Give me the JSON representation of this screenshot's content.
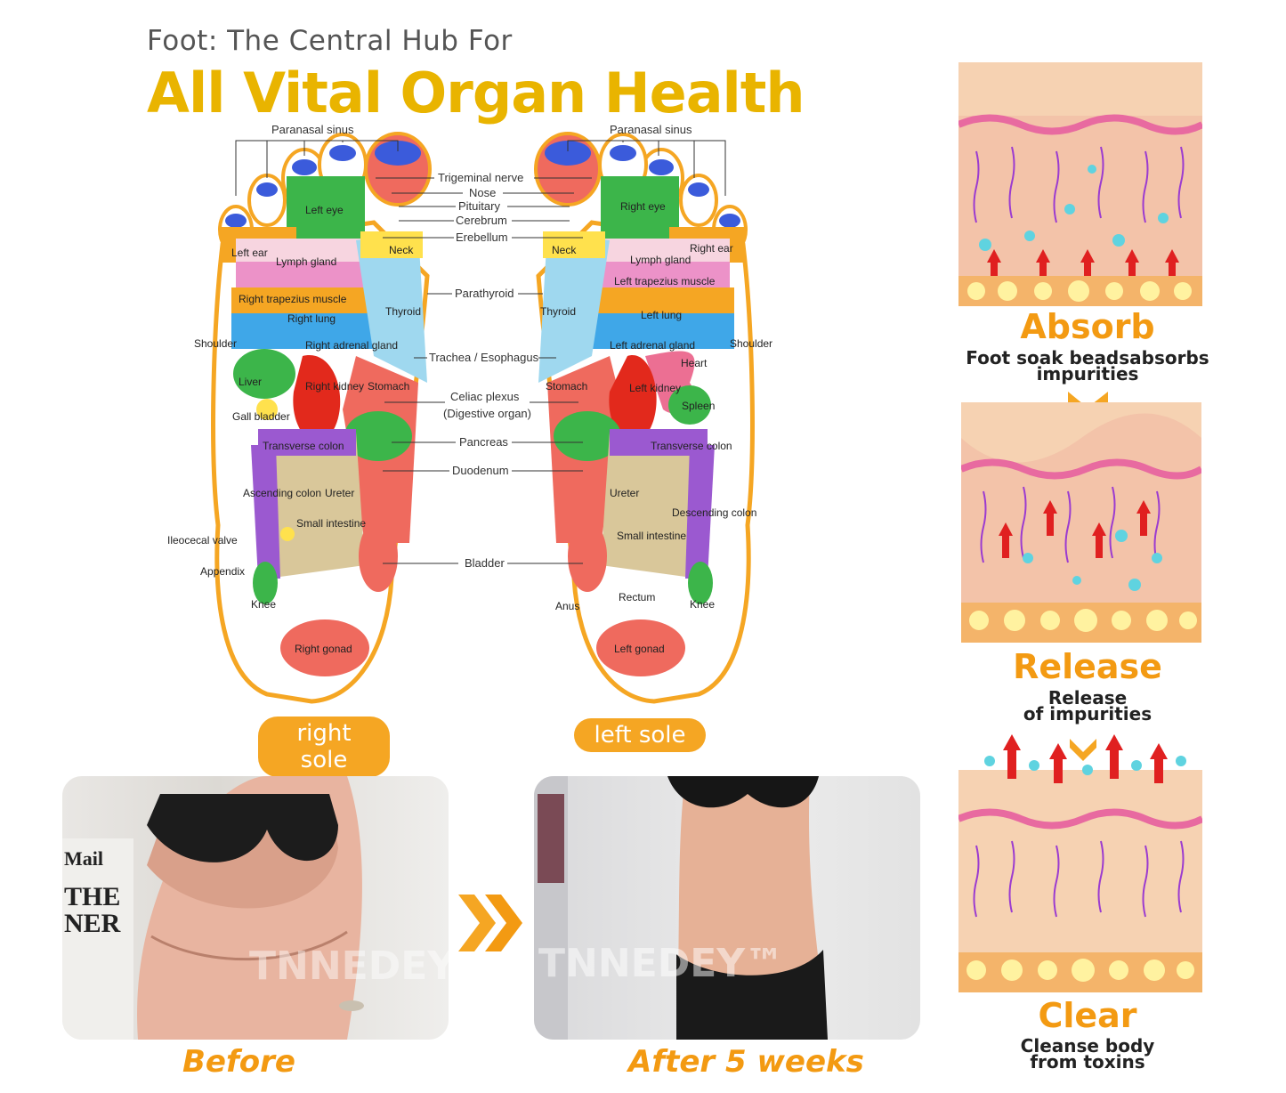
{
  "header": {
    "subtitle": "Foot: The Central Hub For",
    "title": "All Vital Organ Health"
  },
  "foot_map": {
    "center_labels": [
      "Paranasal sinus",
      "Trigeminal nerve",
      "Nose",
      "Pituitary",
      "Cerebrum",
      "Erebellum",
      "Parathyroid",
      "Trachea / Esophagus",
      "Celiac plexus",
      "(Digestive organ)",
      "Pancreas",
      "Duodenum",
      "Bladder"
    ],
    "right_sole_labels": [
      "Left eye",
      "Left ear",
      "Lymph gland",
      "Right trapezius muscle",
      "Right lung",
      "Neck",
      "Thyroid",
      "Shoulder",
      "Right adrenal gland",
      "Liver",
      "Right kidney",
      "Stomach",
      "Gall bladder",
      "Transverse colon",
      "Ascending colon",
      "Ureter",
      "Small intestine",
      "Ileocecal valve",
      "Appendix",
      "Knee",
      "Right gonad"
    ],
    "left_sole_labels": [
      "Paranasal sinus",
      "Right eye",
      "Right ear",
      "Neck",
      "Lymph gland",
      "Left trapezius muscle",
      "Thyroid",
      "Left lung",
      "Shoulder",
      "Left adrenal gland",
      "Heart",
      "Stomach",
      "Left kidney",
      "Spleen",
      "Transverse colon",
      "Ureter",
      "Descending colon",
      "Small intestine",
      "Rectum",
      "Anus",
      "Knee",
      "Left gonad"
    ],
    "right_sole": "right sole",
    "left_sole": "left sole"
  },
  "photos": {
    "before": "Before",
    "after": "After 5 weeks",
    "watermark": "TNNEDEY™",
    "newspaper_lines": [
      "Mail",
      "THE",
      "NER"
    ]
  },
  "steps": [
    {
      "title": "Absorb",
      "desc_lines": [
        "Foot soak beadsabsorbs",
        "impurities"
      ]
    },
    {
      "title": "Release",
      "desc_lines": [
        "Release",
        "of impurities"
      ]
    },
    {
      "title": "Clear",
      "desc_lines": [
        "Cleanse body",
        "from toxins"
      ]
    }
  ],
  "colors": {
    "accent": "#f39a12",
    "title_gold": "#e9b400"
  }
}
